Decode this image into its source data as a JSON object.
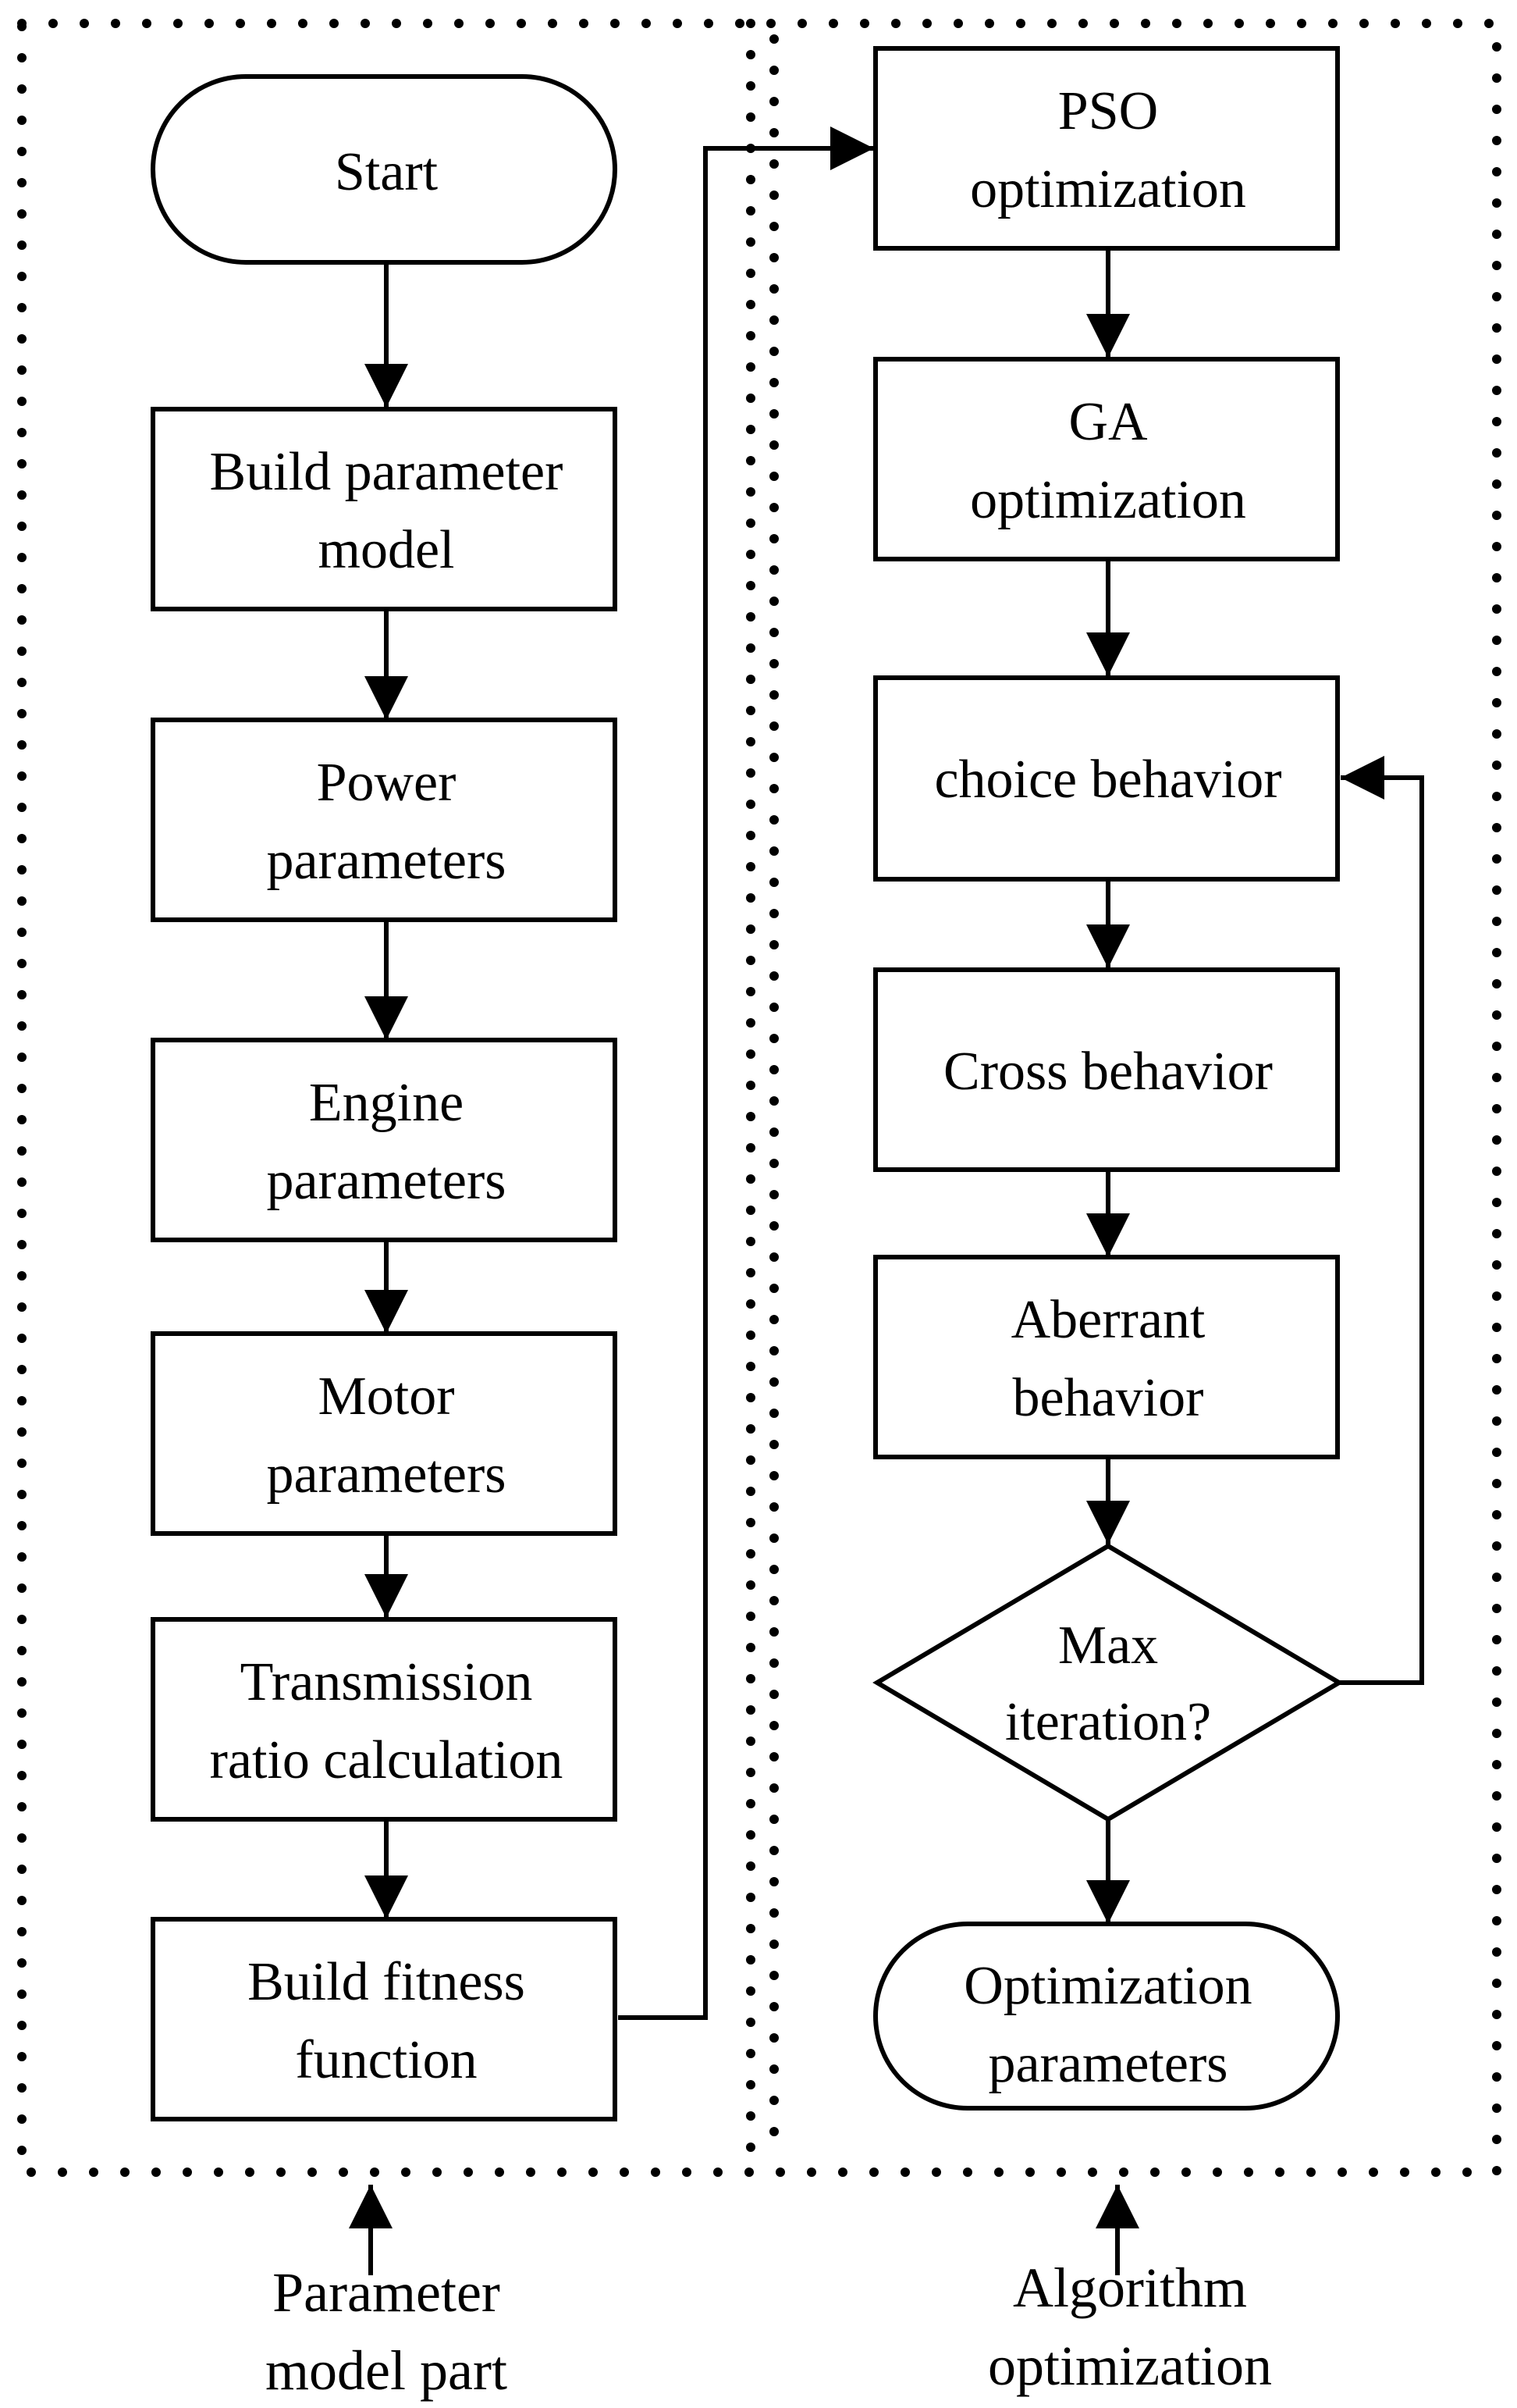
{
  "diagram": {
    "colors": {
      "stroke": "#000000",
      "fill": "#ffffff",
      "text": "#000000"
    },
    "nodes": {
      "start": {
        "lines": [
          "Start"
        ]
      },
      "build_model": {
        "lines": [
          "Build parameter",
          "model"
        ]
      },
      "power": {
        "lines": [
          "Power",
          "parameters"
        ]
      },
      "engine": {
        "lines": [
          "Engine",
          "parameters"
        ]
      },
      "motor": {
        "lines": [
          "Motor",
          "parameters"
        ]
      },
      "transmission": {
        "lines": [
          "Transmission",
          "ratio calculation"
        ]
      },
      "fitness": {
        "lines": [
          "Build fitness",
          "function"
        ]
      },
      "pso": {
        "lines": [
          "PSO",
          "optimization"
        ]
      },
      "ga": {
        "lines": [
          "GA",
          "optimization"
        ]
      },
      "choice": {
        "lines": [
          "choice behavior"
        ]
      },
      "cross": {
        "lines": [
          "Cross behavior"
        ]
      },
      "aberrant": {
        "lines": [
          "Aberrant",
          "behavior"
        ]
      },
      "max_iter": {
        "lines": [
          "Max",
          "iteration?"
        ]
      },
      "opt_params": {
        "lines": [
          "Optimization",
          "parameters"
        ]
      }
    },
    "section_labels": {
      "left": {
        "lines": [
          "Parameter",
          "model part"
        ]
      },
      "right": {
        "lines": [
          "Algorithm",
          "optimization"
        ]
      }
    }
  }
}
